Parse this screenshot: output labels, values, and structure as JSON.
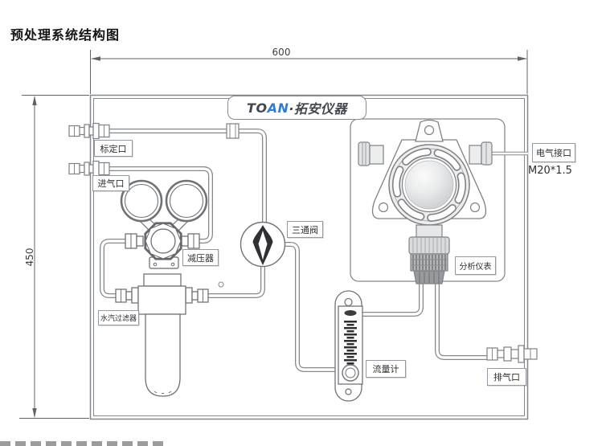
{
  "title": "预处理系统结构图",
  "logo": {
    "prefix": "TO",
    "accent": "AN",
    "suffix": "·拓安仪器"
  },
  "dimensions": {
    "width": "600",
    "height": "450"
  },
  "labels": {
    "calibration_port": "标定口",
    "gas_inlet": "进气口",
    "pressure_reducer": "减压器",
    "moisture_filter": "水汽过滤器",
    "three_way_valve": "三通阀",
    "flow_meter": "流量计",
    "analyzer": "分析仪表",
    "exhaust_port": "排气口",
    "electrical_port": "电气接口",
    "electrical_thread": "M20*1.5"
  },
  "colors": {
    "line": "#85888c",
    "accent_blue": "#2e7cd6",
    "text": "#2f2f2f"
  }
}
